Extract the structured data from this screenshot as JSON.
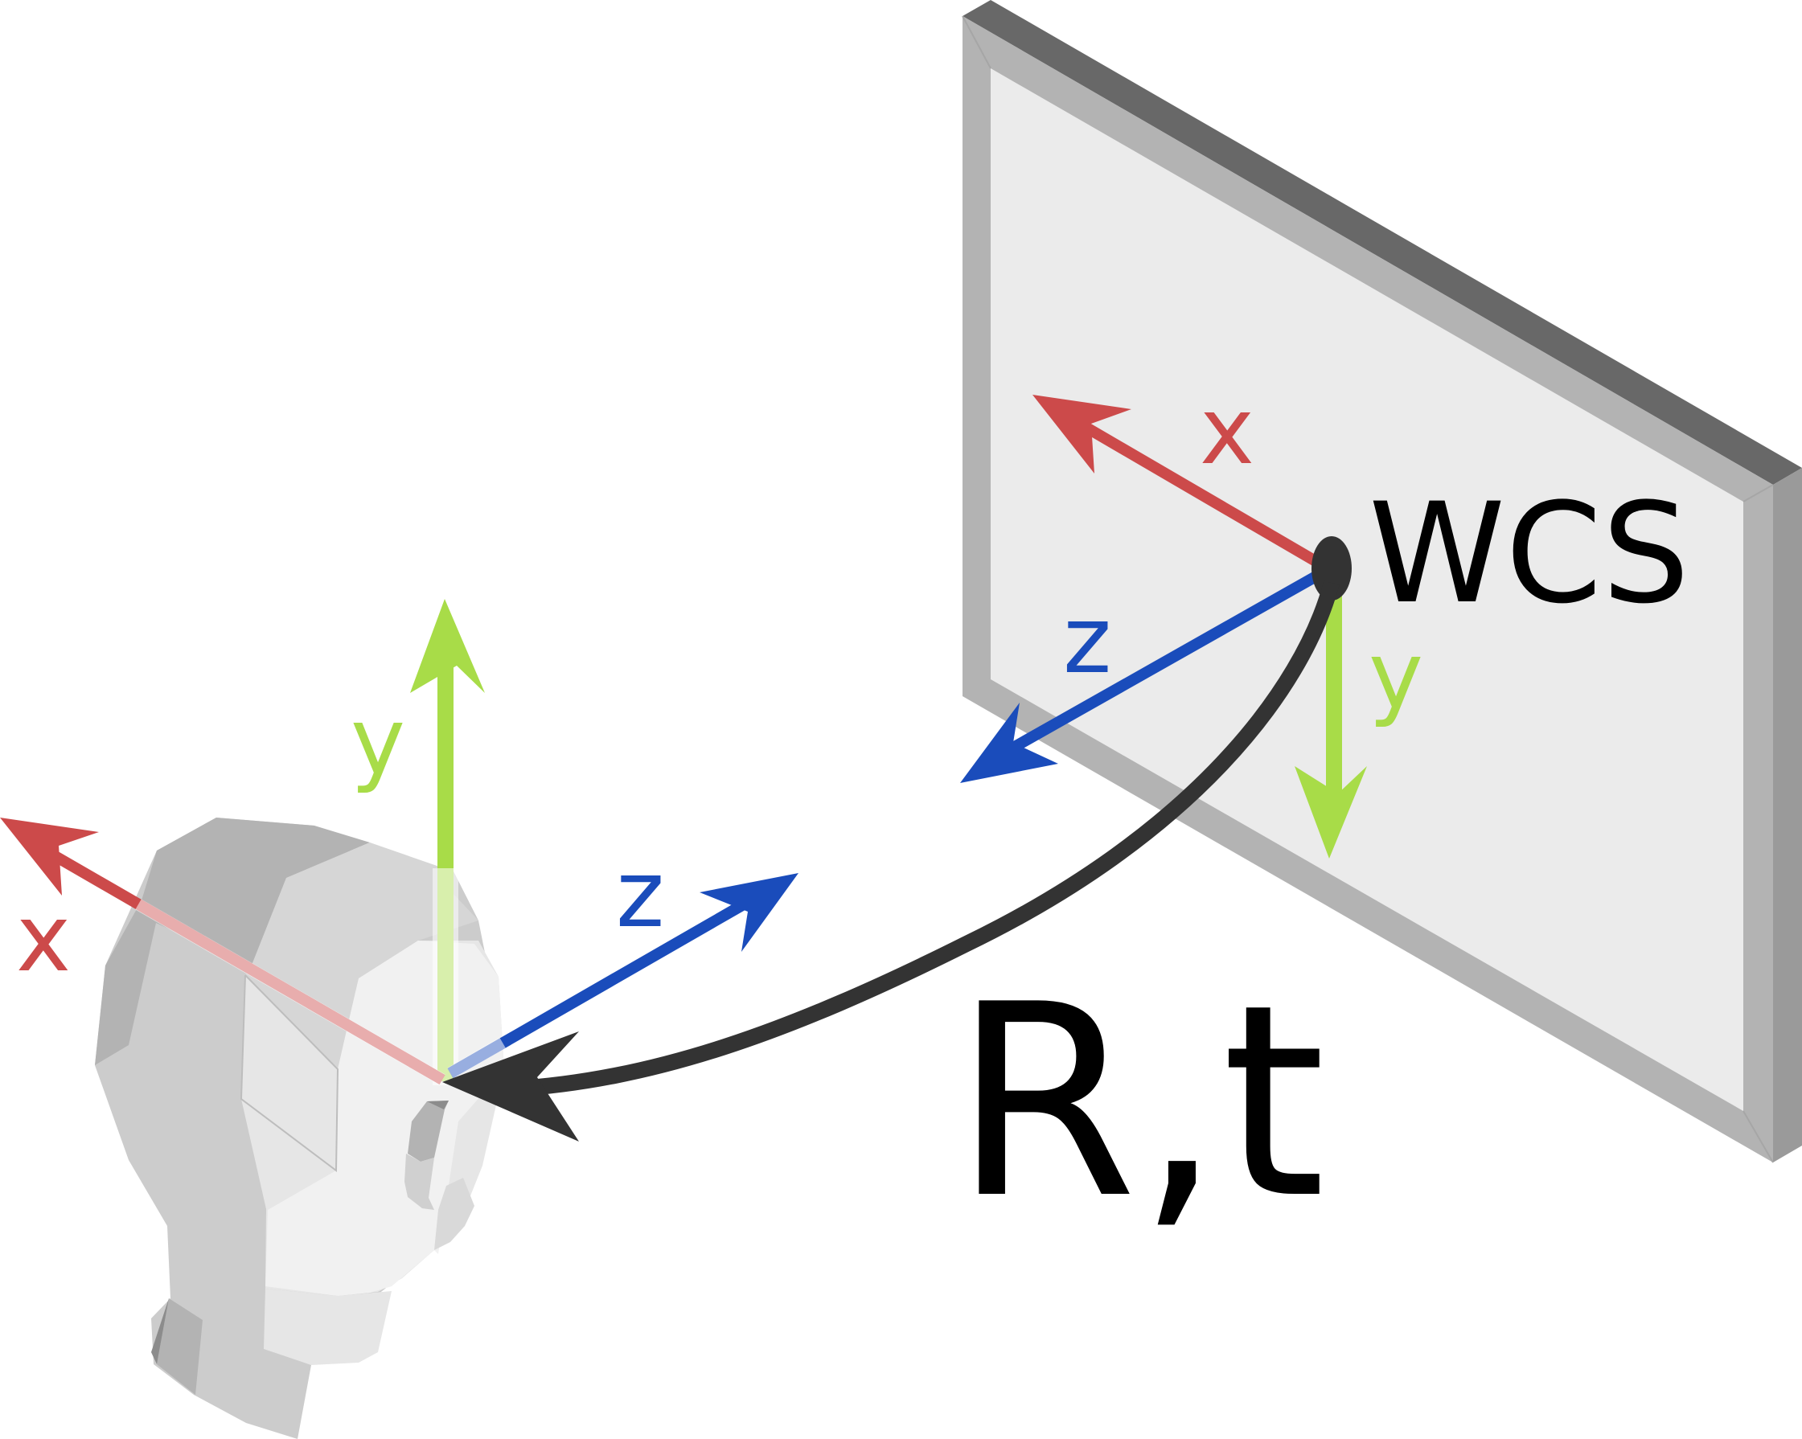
{
  "labels": {
    "wcs": "WCS",
    "transform": "R,t",
    "screen_x": "x",
    "screen_y": "y",
    "screen_z": "z",
    "head_x": "x",
    "head_y": "y",
    "head_z": "z"
  },
  "colors": {
    "x_axis": "#cc4a4a",
    "y_axis": "#a8dc48",
    "z_axis": "#1a4cbb",
    "curve": "#333333",
    "screen_face": "#ebebeb",
    "screen_frame": "#b3b3b3",
    "screen_top": "#686868",
    "screen_side": "#9a9a9a",
    "head_light": "#e6e6e6",
    "head_mid": "#cccccc",
    "head_dark": "#b3b3b3"
  }
}
